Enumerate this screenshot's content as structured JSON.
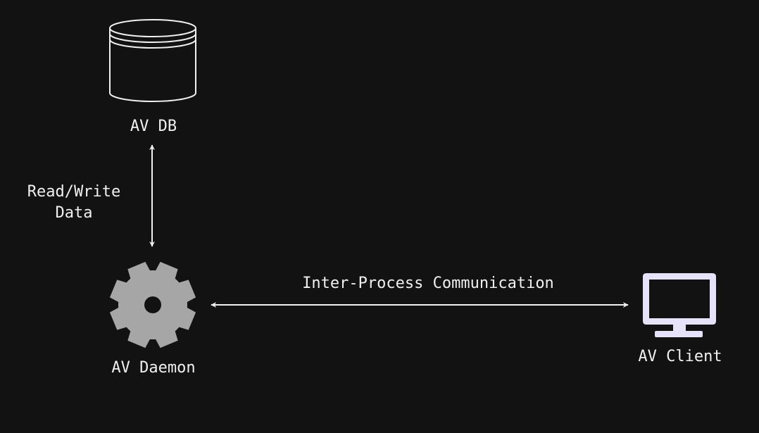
{
  "nodes": {
    "db": {
      "label": "AV DB",
      "icon": "database-icon"
    },
    "daemon": {
      "label": "AV Daemon",
      "icon": "gear-icon"
    },
    "client": {
      "label": "AV Client",
      "icon": "monitor-icon"
    }
  },
  "edges": {
    "db_daemon": {
      "label": "Read/Write\nData"
    },
    "daemon_client": {
      "label": "Inter-Process Communication"
    }
  },
  "colors": {
    "background": "#121212",
    "stroke": "#f0f0f0",
    "gear": "#a6a6a6",
    "monitor": "#e6e2fa"
  }
}
